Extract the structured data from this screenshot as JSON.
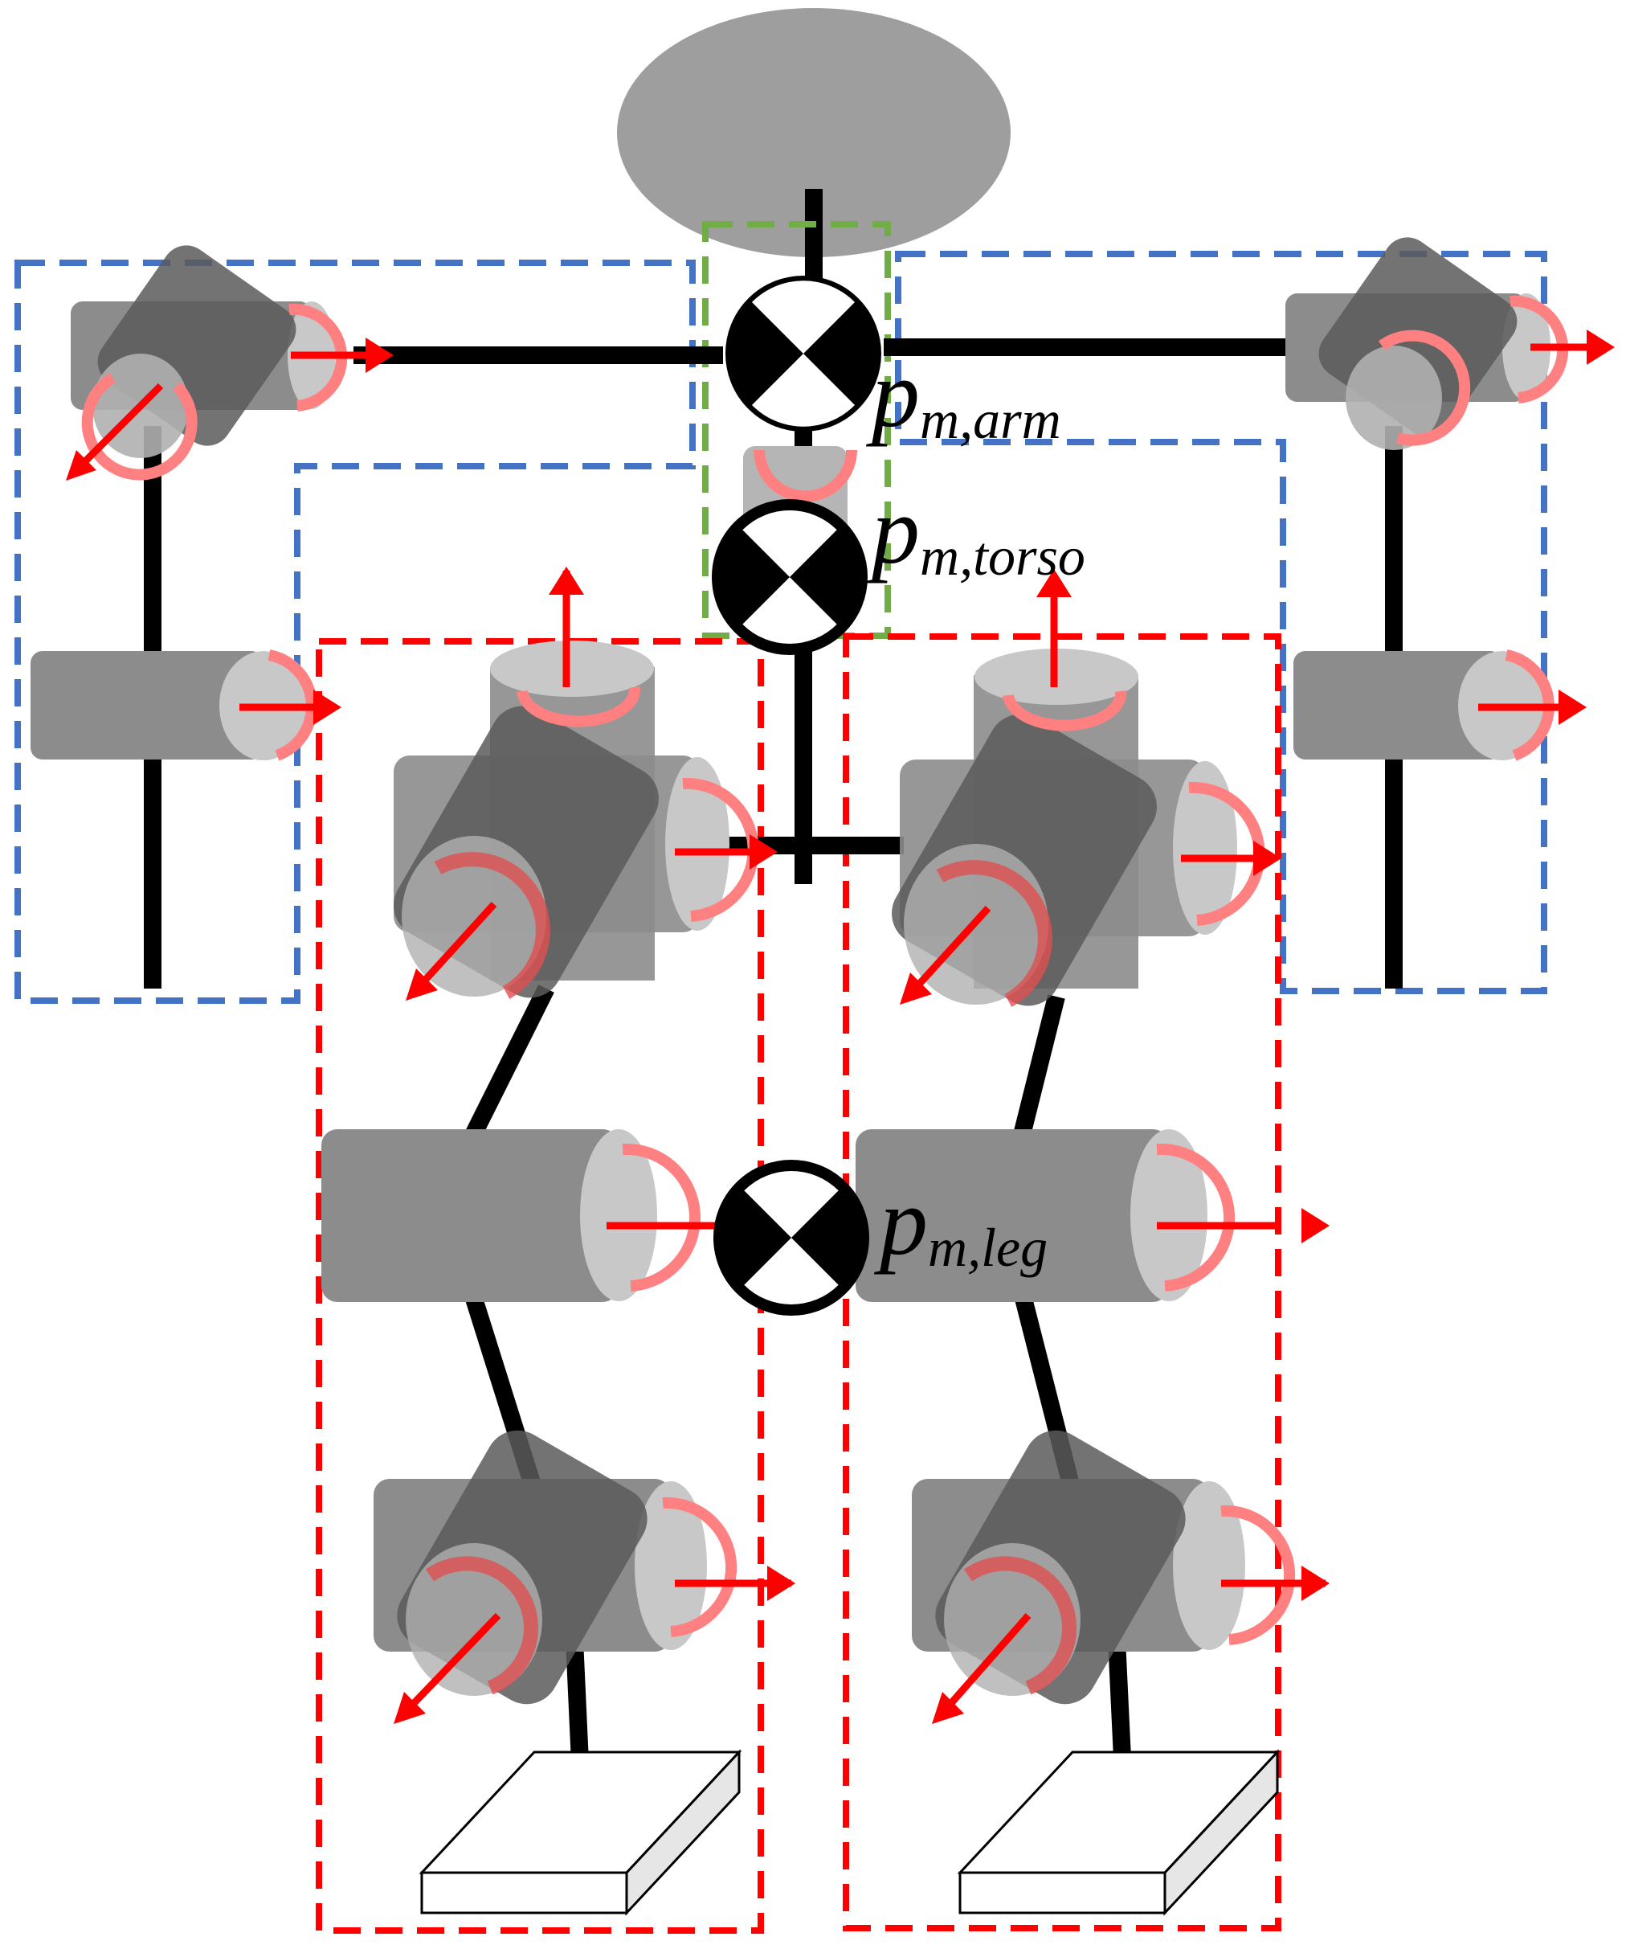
{
  "labels": {
    "arm": {
      "main": "p",
      "sub": "m,arm"
    },
    "torso": {
      "main": "p",
      "sub": "m,torso"
    },
    "leg": {
      "main": "p",
      "sub": "m,leg"
    }
  },
  "colors": {
    "group_arm": "#4472C4",
    "group_torso": "#70AD47",
    "group_leg": "#FF0000",
    "axis_arrow": "#FF0000",
    "rotation_arc": "#FF8080",
    "link": "#000000",
    "actuator_body": "#8C8C8C",
    "actuator_cap": "#C8C8C8",
    "head": "#9E9E9E"
  },
  "icons": {
    "mass_marker": "center-of-mass-icon",
    "foot": "foot-plate-icon"
  }
}
